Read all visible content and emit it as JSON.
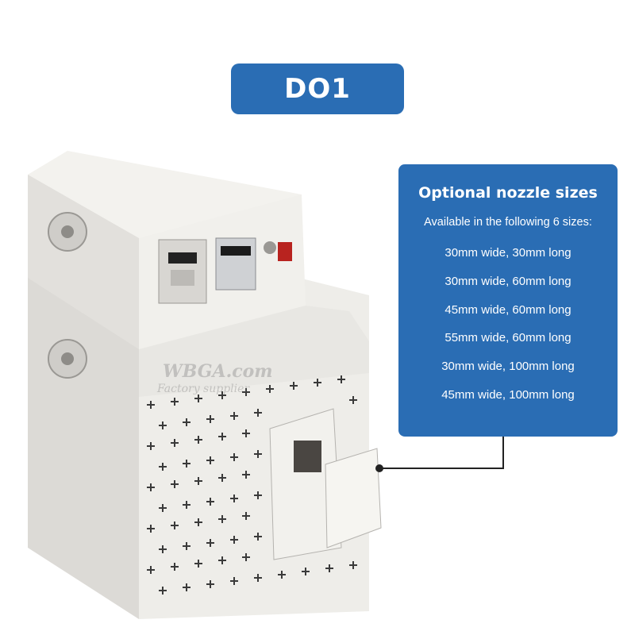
{
  "title": "DO1",
  "panel": {
    "heading": "Optional nozzle sizes",
    "subheading": "Available in the following 6 sizes:",
    "sizes": [
      "30mm wide, 30mm long",
      "30mm wide, 60mm long",
      "45mm wide, 60mm long",
      "55mm wide, 60mm long",
      "30mm wide, 100mm long",
      "45mm wide, 100mm long"
    ]
  },
  "watermark": {
    "line1": "WBGA.com",
    "line2": "Factory supplier"
  },
  "colors": {
    "accent": "#2a6db4",
    "machine_body": "#eceae6",
    "connector_line": "#222222"
  }
}
